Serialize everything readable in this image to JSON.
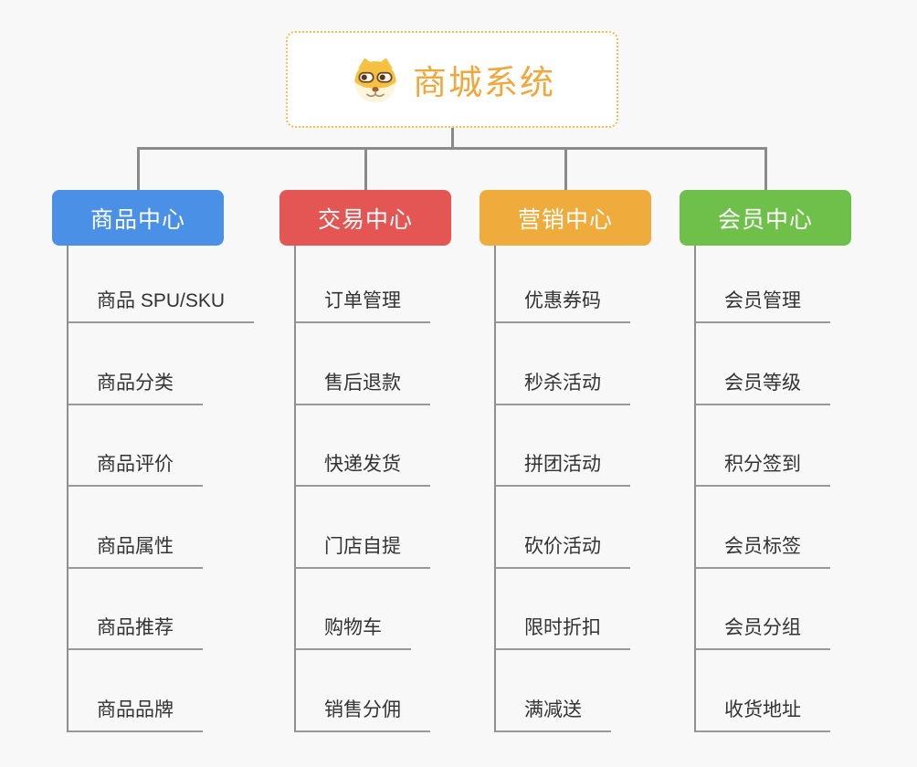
{
  "root": {
    "title": "商城系统",
    "icon": "dog-face-icon",
    "title_color": "#f0a73c",
    "border_color": "#f6bc4e"
  },
  "connector_color": "#8a8a8a",
  "background_color": "#f8f8f8",
  "columns": [
    {
      "label": "商品中心",
      "color": "#4a90e6",
      "items": [
        "商品 SPU/SKU",
        "商品分类",
        "商品评价",
        "商品属性",
        "商品推荐",
        "商品品牌"
      ]
    },
    {
      "label": "交易中心",
      "color": "#e45654",
      "items": [
        "订单管理",
        "售后退款",
        "快递发货",
        "门店自提",
        "购物车",
        "销售分佣"
      ]
    },
    {
      "label": "营销中心",
      "color": "#efac3c",
      "items": [
        "优惠券码",
        "秒杀活动",
        "拼团活动",
        "砍价活动",
        "限时折扣",
        "满减送"
      ]
    },
    {
      "label": "会员中心",
      "color": "#6fbf4b",
      "items": [
        "会员管理",
        "会员等级",
        "积分签到",
        "会员标签",
        "会员分组",
        "收货地址"
      ]
    }
  ]
}
